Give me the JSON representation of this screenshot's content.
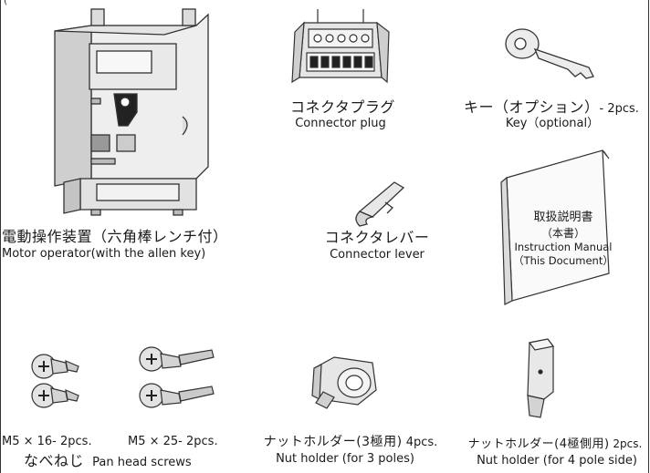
{
  "header_clip": "(",
  "items": {
    "motor_operator": {
      "jp": "電動操作装置（六角棒レンチ付）",
      "en": "Motor operator(with the allen key)"
    },
    "connector_plug": {
      "jp": "コネクタプラグ",
      "en": "Connector plug"
    },
    "key": {
      "jp": "キー（オプション）",
      "qty": "- 2pcs.",
      "en": "Key（optional）"
    },
    "connector_lever": {
      "jp": "コネクタレバー",
      "en": "Connector lever"
    },
    "manual": {
      "line1": "取扱説明書",
      "line2": "（本書）",
      "line3": "Instruction Manual",
      "line4": "（This Document）"
    },
    "screws": {
      "m5x16": "M5 × 16- 2pcs.",
      "m5x25": "M5 × 25- 2pcs.",
      "jp": "なべねじ",
      "en": "Pan head screws"
    },
    "nut_holder_3": {
      "jp": "ナットホルダー(3極用)",
      "qty": " 4pcs.",
      "en": "Nut holder (for 3 poles)"
    },
    "nut_holder_4": {
      "jp": "ナットホルダー(4極側用)",
      "qty": " 2pcs.",
      "en": "Nut holder (for 4 pole side)"
    }
  }
}
